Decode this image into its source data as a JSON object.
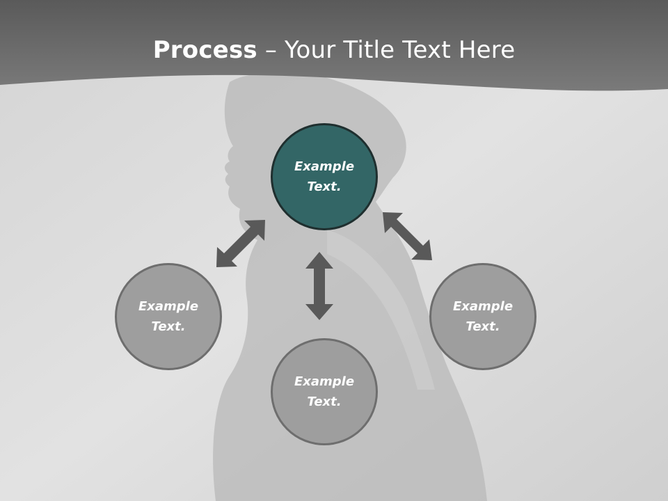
{
  "title": {
    "bold": "Process",
    "rest": " – Your Title Text Here"
  },
  "nodes": {
    "top": "Example Text.",
    "left": "Example Text.",
    "right": "Example Text.",
    "bottom": "Example Text."
  },
  "colors": {
    "background": "#d9d9d9",
    "header_band": "#6b6b6b",
    "main_node": "#336666",
    "sub_node": "#9e9e9e",
    "arrow": "#595959"
  },
  "icons": {
    "arrow": "double-headed-arrow"
  }
}
